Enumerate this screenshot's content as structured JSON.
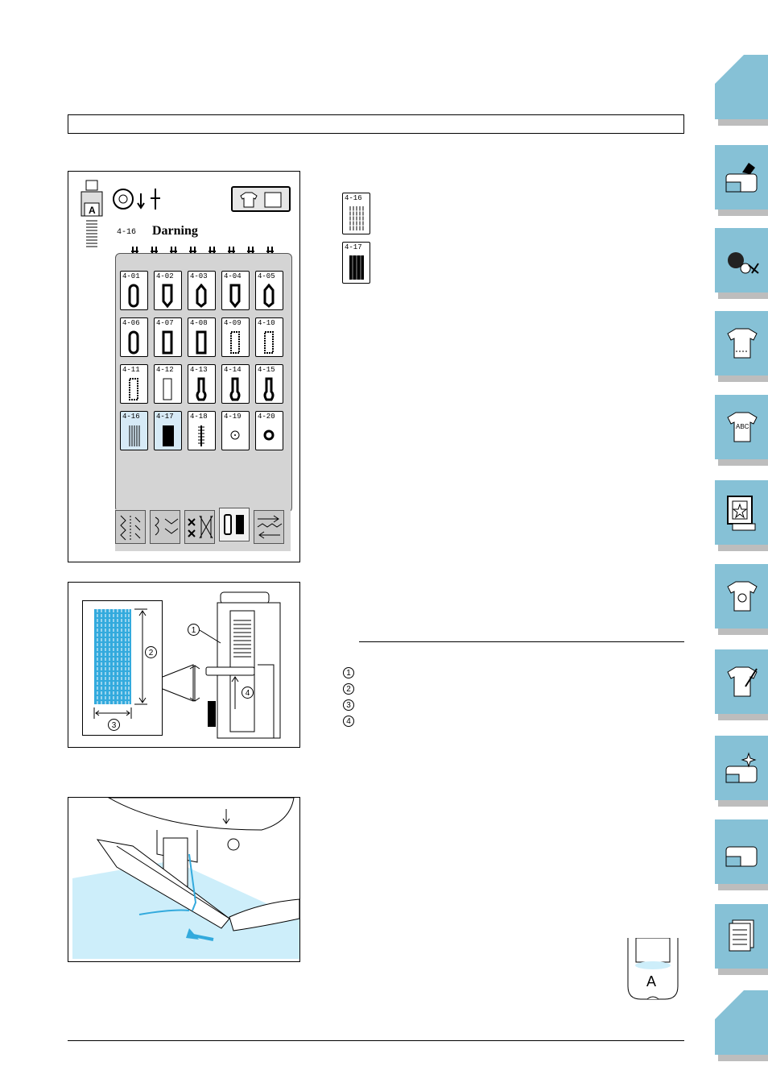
{
  "screen": {
    "presser_foot_letter": "A",
    "pattern_code": "4-16",
    "pattern_name": "Darning",
    "stitch_keys": [
      {
        "code": "4-01",
        "selected": false
      },
      {
        "code": "4-02",
        "selected": false
      },
      {
        "code": "4-03",
        "selected": false
      },
      {
        "code": "4-04",
        "selected": false
      },
      {
        "code": "4-05",
        "selected": false
      },
      {
        "code": "4-06",
        "selected": false
      },
      {
        "code": "4-07",
        "selected": false
      },
      {
        "code": "4-08",
        "selected": false
      },
      {
        "code": "4-09",
        "selected": false
      },
      {
        "code": "4-10",
        "selected": false
      },
      {
        "code": "4-11",
        "selected": false
      },
      {
        "code": "4-12",
        "selected": false
      },
      {
        "code": "4-13",
        "selected": false
      },
      {
        "code": "4-14",
        "selected": false
      },
      {
        "code": "4-15",
        "selected": false
      },
      {
        "code": "4-16",
        "selected": true
      },
      {
        "code": "4-17",
        "selected": true
      },
      {
        "code": "4-18",
        "selected": false
      },
      {
        "code": "4-19",
        "selected": false
      },
      {
        "code": "4-20",
        "selected": false
      }
    ],
    "category_tabs": [
      "utility-tab",
      "decorative-tab",
      "cross-tab",
      "buttonhole-tab",
      "other-tab"
    ]
  },
  "stitch_icons": [
    {
      "code": "4-16"
    },
    {
      "code": "4-17"
    }
  ],
  "diagram_labels": [
    "1",
    "2",
    "3",
    "4"
  ],
  "legend_numbers": [
    "1",
    "2",
    "3",
    "4"
  ],
  "foot_letter": "A",
  "colors": {
    "side_tab": "#86c1d6",
    "fabric": "#cdeefa",
    "stitch": "#33aadd"
  },
  "side_tabs": [
    "contents-tab",
    "getting-ready-tab",
    "sewing-basics-tab",
    "utility-stitches-tab",
    "embroidery-tab",
    "character-stitches-tab",
    "editing-tab",
    "my-custom-stitch-tab",
    "maintenance-tab",
    "troubleshooting-tab",
    "index-tab",
    "appendix-tab"
  ]
}
